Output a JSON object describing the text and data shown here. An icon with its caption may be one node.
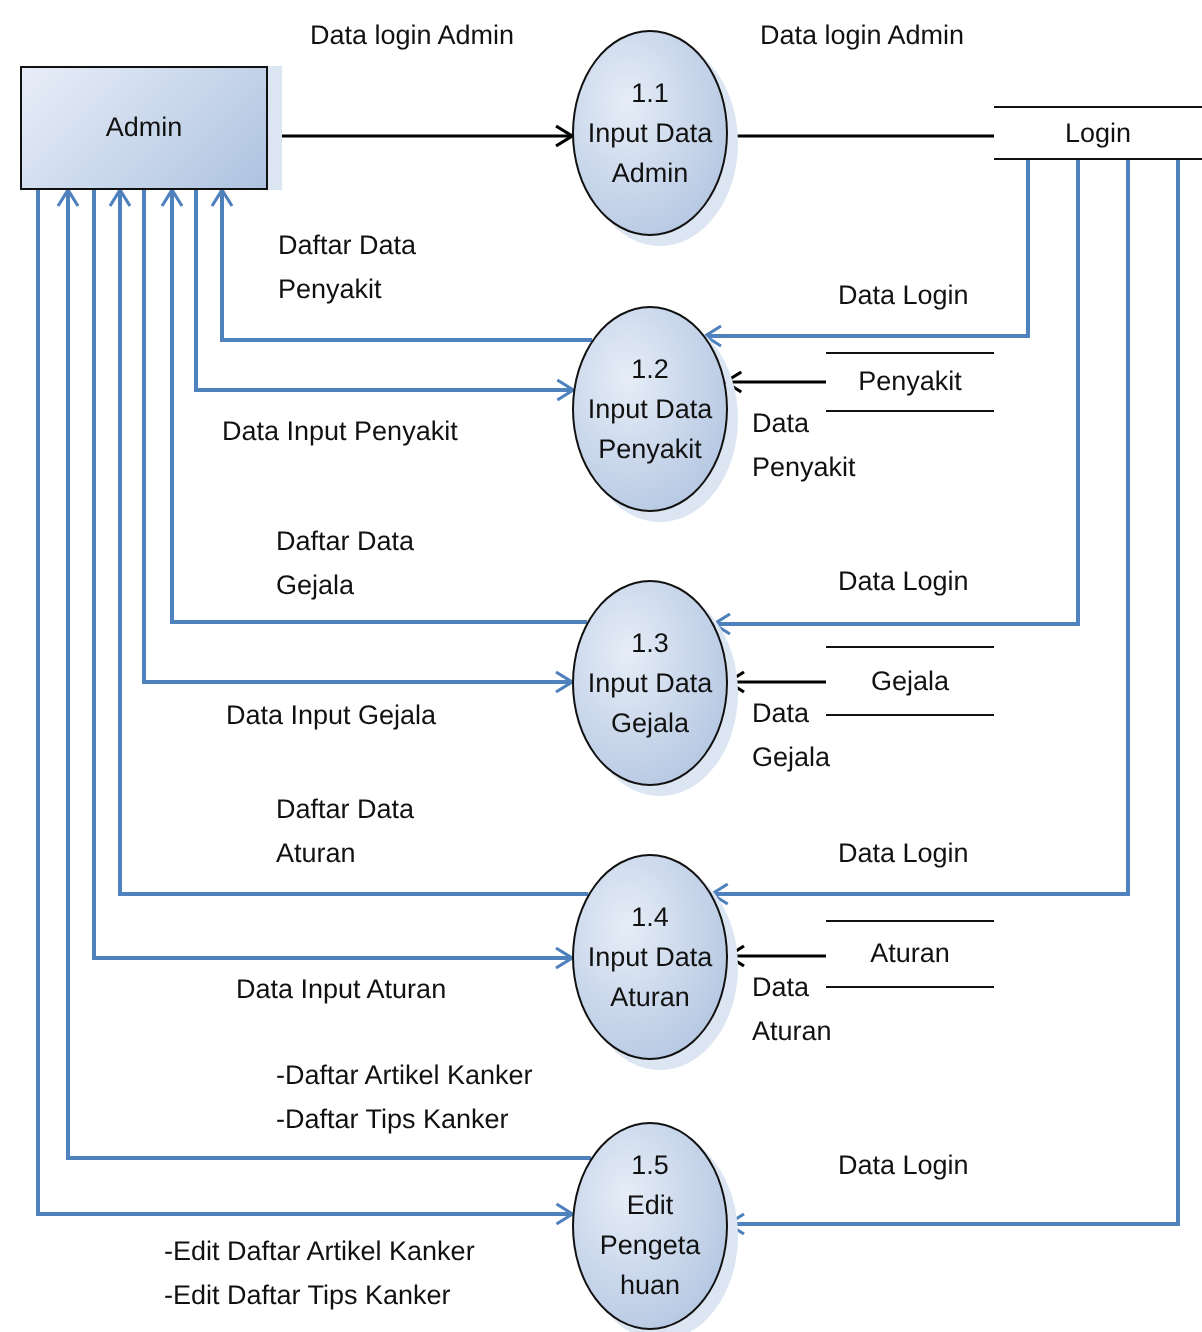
{
  "diagram": {
    "nodes": [
      {
        "text": [
          "Admin"
        ]
      },
      {
        "text": [
          "1.1",
          "Input Data Admin"
        ]
      },
      {
        "text": [
          "Login"
        ]
      },
      {
        "text": [
          "1.2",
          "Input Data Penyakit"
        ]
      },
      {
        "text": [
          "Penyakit"
        ]
      },
      {
        "text": [
          "1.3",
          "Input Data Gejala"
        ]
      },
      {
        "text": [
          "Gejala"
        ]
      },
      {
        "text": [
          "1.4",
          "Input Data Aturan"
        ]
      },
      {
        "text": [
          "Aturan"
        ]
      },
      {
        "text": [
          "1.5",
          "Edit Pengeta huan"
        ]
      }
    ],
    "edges": [
      {
        "from": 0,
        "to": 1,
        "arrow": "to",
        "label": "Data login Admin",
        "color": "#000000"
      },
      {
        "from": 1,
        "to": 2,
        "arrow": "none",
        "label": "Data login Admin",
        "color": "#000000"
      },
      {
        "from": 2,
        "to": 3,
        "arrow": "to",
        "label": "Data Login"
      },
      {
        "from": 4,
        "to": 3,
        "arrow": "to",
        "label": "Data Penyakit",
        "color": "#000000"
      },
      {
        "from": 3,
        "to": 0,
        "arrow": "to",
        "label": "Daftar Data Penyakit"
      },
      {
        "from": 0,
        "to": 3,
        "arrow": "to",
        "label": "Data Input Penyakit"
      },
      {
        "from": 2,
        "to": 5,
        "arrow": "to",
        "label": "Data Login"
      },
      {
        "from": 6,
        "to": 5,
        "arrow": "to",
        "label": "Data Gejala",
        "color": "#000000"
      },
      {
        "from": 5,
        "to": 0,
        "arrow": "to",
        "label": "Daftar Data Gejala"
      },
      {
        "from": 0,
        "to": 5,
        "arrow": "to",
        "label": "Data Input Gejala"
      },
      {
        "from": 2,
        "to": 7,
        "arrow": "to",
        "label": "Data Login"
      },
      {
        "from": 8,
        "to": 7,
        "arrow": "to",
        "label": "Data Aturan",
        "color": "#000000"
      },
      {
        "from": 7,
        "to": 0,
        "arrow": "to",
        "label": "Daftar Data Aturan"
      },
      {
        "from": 0,
        "to": 7,
        "arrow": "to",
        "label": "Data Input Aturan"
      },
      {
        "from": 2,
        "to": 9,
        "arrow": "to",
        "label": "Data Login"
      },
      {
        "from": 9,
        "to": 0,
        "arrow": "to",
        "label": "-Daftar Artikel Kanker -Daftar Tips Kanker"
      },
      {
        "from": 0,
        "to": 9,
        "arrow": "to",
        "label": "-Edit Daftar Artikel Kanker -Edit Daftar Tips Kanker"
      }
    ]
  }
}
